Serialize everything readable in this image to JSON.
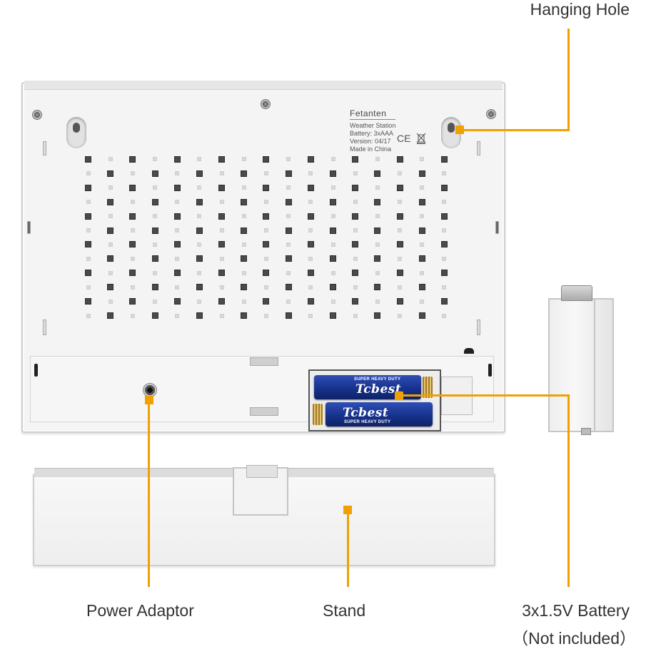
{
  "callouts": {
    "hanging_hole": "Hanging Hole",
    "power_adaptor": "Power Adaptor",
    "stand": "Stand",
    "battery": "3x1.5V Battery",
    "battery_note": "（Not included）"
  },
  "device_label": {
    "brand": "Fetanten",
    "line1": "Weather Station",
    "line2": "Battery: 3xAAA",
    "line3": "Version: 04/17",
    "line4": "Made in China",
    "ce_mark": "CE"
  },
  "batteries": {
    "brand": "Tcbest",
    "tag": "SUPER HEAVY DUTY"
  },
  "colors": {
    "callout_lead": "#f0a000",
    "battery_blue": "#17328d",
    "case": "#f4f4f4"
  }
}
